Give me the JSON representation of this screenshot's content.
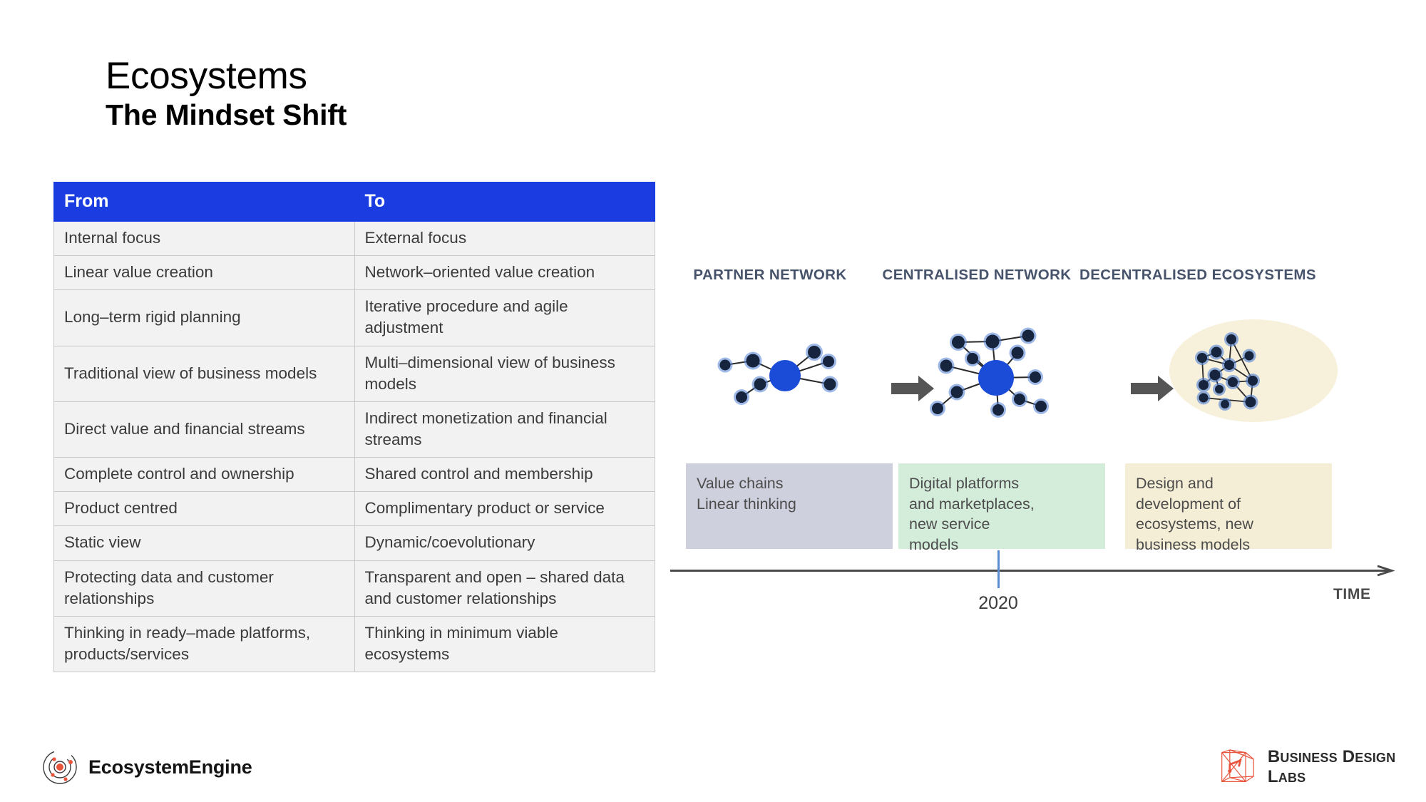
{
  "slide": {
    "title": "Ecosystems",
    "subtitle": "The Mindset Shift"
  },
  "table": {
    "headers": [
      "From",
      "To"
    ],
    "rows": [
      {
        "from": "Internal focus",
        "to": "External focus"
      },
      {
        "from": "Linear value creation",
        "to": "Network–oriented value creation"
      },
      {
        "from": "Long–term rigid planning",
        "to": "Iterative procedure and agile adjustment"
      },
      {
        "from": "Traditional view of business models",
        "to": "Multi–dimensional view of business models"
      },
      {
        "from": "Direct value and financial streams",
        "to": "Indirect monetization and financial streams"
      },
      {
        "from": "Complete control and ownership",
        "to": "Shared control and membership"
      },
      {
        "from": "Product centred",
        "to": "Complimentary product or service"
      },
      {
        "from": "Static view",
        "to": "Dynamic/coevolutionary"
      },
      {
        "from": "Protecting data and customer relationships",
        "to": "Transparent and open – shared data and customer relationships"
      },
      {
        "from": "Thinking in ready–made platforms, products/services",
        "to": "Thinking in minimum viable ecosystems"
      }
    ]
  },
  "diagram": {
    "stages": [
      {
        "label": "PARTNER NETWORK",
        "description": "Value chains\nLinear thinking",
        "box_color": "#cfd0dd",
        "network_icon": "partner-network-icon"
      },
      {
        "label": "CENTRALISED\nNETWORK",
        "description": "Digital platforms\nand marketplaces,\nnew service\nmodels",
        "box_color": "#d4eddb",
        "network_icon": "centralised-network-icon"
      },
      {
        "label": "DECENTRALISED\nECOSYSTEMS",
        "description": "Design and\ndevelopment of\necosystems, new\nbusiness models",
        "box_color": "#f5eed6",
        "network_icon": "decentralised-ecosystem-icon"
      }
    ],
    "axis": {
      "time_label": "TIME",
      "tick_label": "2020",
      "tick_color": "#5b8bd0",
      "axis_color": "#4a4a4a"
    },
    "arrow_icon": "right-arrow-icon"
  },
  "footer": {
    "left_logo": {
      "text": "EcosystemEngine",
      "icon": "ecosystem-engine-orbit-icon",
      "accent": "#e8553c"
    },
    "right_logo": {
      "text": "Business Design Labs",
      "icon": "business-design-labs-cube-icon",
      "accent": "#e8553c"
    }
  },
  "colors": {
    "header_blue": "#1a3ce0",
    "node_navy": "#16243d",
    "node_glow": "#4f7fd4",
    "hub_blue": "#1b4cd8",
    "label_slate": "#46536b"
  }
}
